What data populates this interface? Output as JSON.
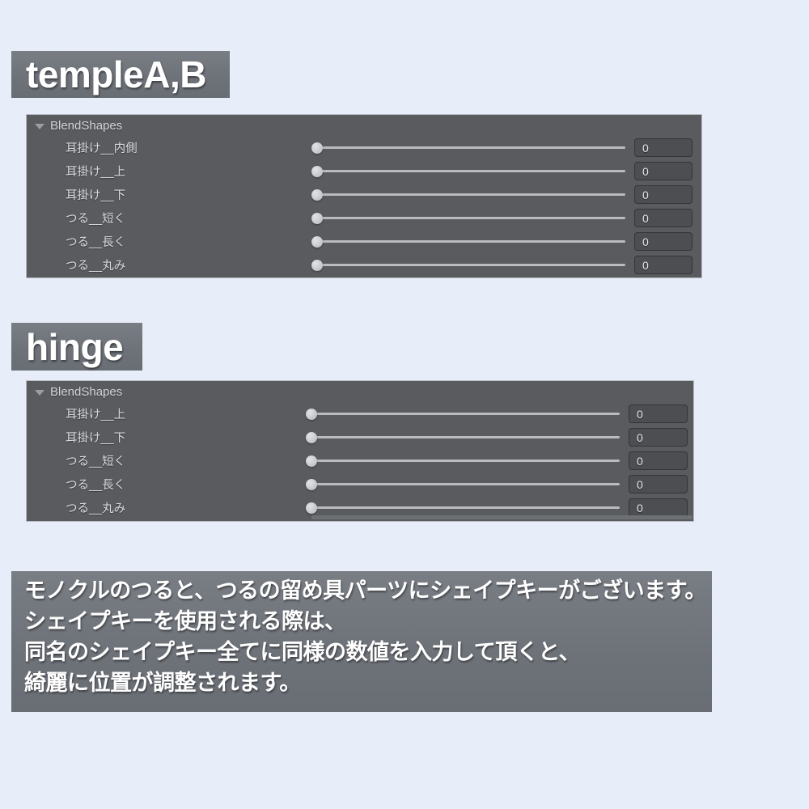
{
  "background_color": "#e8eef9",
  "panel_color": "#595b5e",
  "title_block_color": "#6e7279",
  "sections": [
    {
      "title": "templeA,B",
      "panel": {
        "header_label": "BlendShapes",
        "header_icon": "triangle-down-icon",
        "expanded": true,
        "has_footer_scroll_strip": false,
        "rows": [
          {
            "label": "耳掛け__内側",
            "value": "0",
            "slider_percent": 0
          },
          {
            "label": "耳掛け__上",
            "value": "0",
            "slider_percent": 0
          },
          {
            "label": "耳掛け__下",
            "value": "0",
            "slider_percent": 0
          },
          {
            "label": "つる__短く",
            "value": "0",
            "slider_percent": 0
          },
          {
            "label": "つる__長く",
            "value": "0",
            "slider_percent": 0
          },
          {
            "label": "つる__丸み",
            "value": "0",
            "slider_percent": 0
          }
        ]
      }
    },
    {
      "title": "hinge",
      "panel": {
        "header_label": "BlendShapes",
        "header_icon": "triangle-down-icon",
        "expanded": true,
        "has_footer_scroll_strip": true,
        "rows": [
          {
            "label": "耳掛け__上",
            "value": "0",
            "slider_percent": 0
          },
          {
            "label": "耳掛け__下",
            "value": "0",
            "slider_percent": 0
          },
          {
            "label": "つる__短く",
            "value": "0",
            "slider_percent": 0
          },
          {
            "label": "つる__長く",
            "value": "0",
            "slider_percent": 0
          },
          {
            "label": "つる__丸み",
            "value": "0",
            "slider_percent": 0
          }
        ]
      }
    }
  ],
  "note": {
    "lines": [
      "モノクルのつると、つるの留め具パーツにシェイプキーがございます。",
      "シェイプキーを使用される際は、",
      "同名のシェイプキー全てに同様の数値を入力して頂くと、",
      "綺麗に位置が調整されます。"
    ]
  }
}
